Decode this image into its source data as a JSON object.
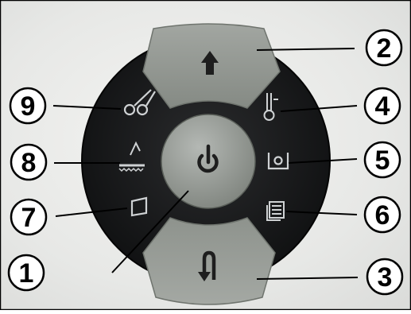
{
  "panel": {
    "callouts": [
      {
        "number": "1",
        "target": "power-button"
      },
      {
        "number": "2",
        "target": "up-arrow-button"
      },
      {
        "number": "3",
        "target": "return-button"
      },
      {
        "number": "4",
        "target": "thermometer-icon"
      },
      {
        "number": "5",
        "target": "photo-icon"
      },
      {
        "number": "6",
        "target": "document-icon"
      },
      {
        "number": "7",
        "target": "parallelogram-icon"
      },
      {
        "number": "8",
        "target": "edge-icon"
      },
      {
        "number": "9",
        "target": "scissors-icon"
      }
    ],
    "icons": {
      "power": "power-icon",
      "up": "up-arrow-icon",
      "return": "return-arrow-icon",
      "thermometer": "thermometer-icon",
      "photo": "photo-icon",
      "document": "document-icon",
      "parallelogram": "parallelogram-icon",
      "edge": "edge-icon",
      "scissors": "scissors-icon"
    },
    "colors": {
      "disc": "#1a1b1d",
      "button_gray": "#909590",
      "icon_dark": "#1e1e1e",
      "icon_light": "#cfd2d4",
      "callout_stroke": "#000000"
    }
  }
}
